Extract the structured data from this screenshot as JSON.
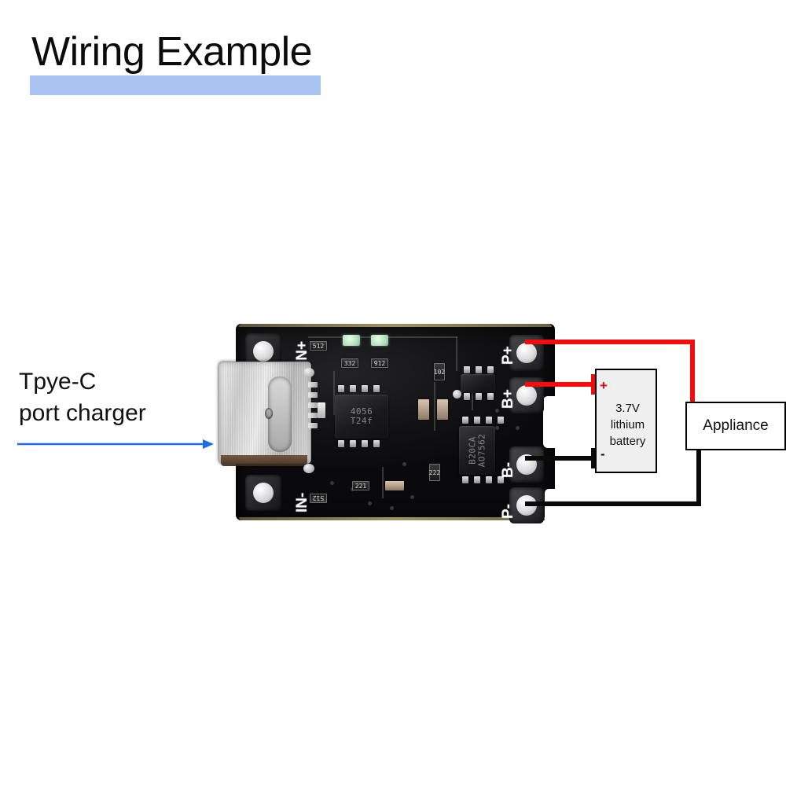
{
  "page": {
    "title": "Wiring Example",
    "underline_color": "#a9c4f2",
    "background": "#ffffff"
  },
  "annotations": {
    "charger_caption": "Tpye-C\nport charger",
    "charger_arrow_color": "#1a6ee0",
    "charger_arrow_name": "charger-direction-arrow"
  },
  "board": {
    "name": "tp4056-type-c-charging-module",
    "silkscreen": {
      "in_plus": "IN+",
      "in_minus": "IN-",
      "p_plus": "P+",
      "b_plus": "B+",
      "b_minus": "B-",
      "p_minus": "P-"
    },
    "ics": [
      {
        "name": "charger-ic",
        "line1": "4056",
        "line2": "T24f"
      },
      {
        "name": "protection-mosfet-ic",
        "line1": "B20CA",
        "line2": "AO7562"
      },
      {
        "name": "protection-controller-ic",
        "line1": "",
        "line2": ""
      }
    ],
    "passives": [
      {
        "name": "resistor-512-top",
        "code": "512"
      },
      {
        "name": "resistor-512-bottom",
        "code": "512"
      },
      {
        "name": "resistor-332",
        "code": "332"
      },
      {
        "name": "resistor-912",
        "code": "912"
      },
      {
        "name": "resistor-102",
        "code": "102"
      },
      {
        "name": "resistor-222",
        "code": "222"
      },
      {
        "name": "resistor-221",
        "code": "221"
      }
    ],
    "leds": [
      {
        "name": "led-charging"
      },
      {
        "name": "led-standby"
      }
    ],
    "connector": {
      "name": "usb-c-connector",
      "type": "USB Type-C"
    }
  },
  "battery": {
    "plus": "+",
    "minus": "-",
    "label": "3.7V\nlithium\nbattery",
    "fill": "#efefef"
  },
  "appliance": {
    "label": "Appliance",
    "fill": "#ffffff"
  },
  "wires": [
    {
      "name": "wire-p-plus-to-appliance",
      "from": "P+",
      "to": "Appliance (+)",
      "color": "#f40c0c"
    },
    {
      "name": "wire-b-plus-to-battery-plus",
      "from": "B+",
      "to": "Battery (+)",
      "color": "#f40c0c"
    },
    {
      "name": "wire-b-minus-to-battery-minus",
      "from": "B-",
      "to": "Battery (-)",
      "color": "#0a0a0a"
    },
    {
      "name": "wire-p-minus-to-appliance",
      "from": "P-",
      "to": "Appliance (-)",
      "color": "#0a0a0a"
    }
  ]
}
